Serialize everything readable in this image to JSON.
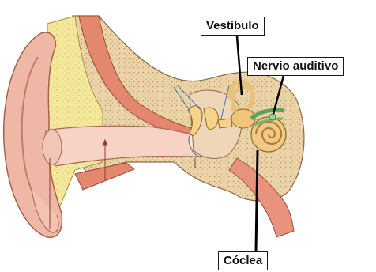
{
  "labels": {
    "vestibulo": "Vestíbulo",
    "nervio_auditivo": "Nervio auditivo",
    "coclea": "Cóclea"
  },
  "colors": {
    "skin": "#efb8a6",
    "skin_dark": "#d98b78",
    "cartilage": "#f3e79a",
    "bone": "#e9d2a6",
    "muscle": "#e0826e",
    "nerve": "#66a866",
    "canal": "#f6d3c4"
  }
}
